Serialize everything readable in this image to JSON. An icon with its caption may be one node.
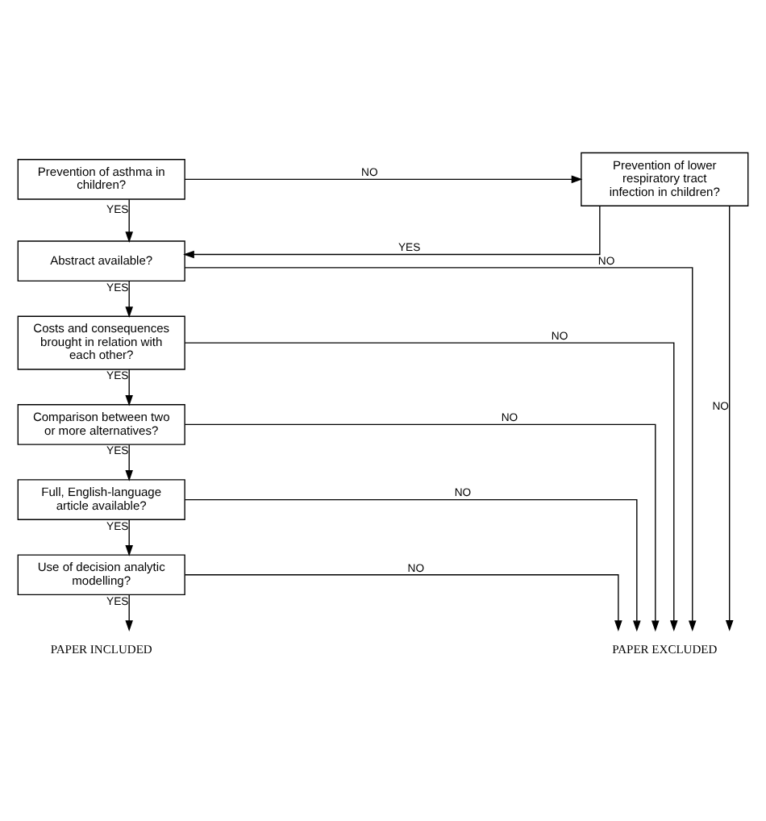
{
  "diagram": {
    "nodes": [
      {
        "text": [
          "Prevention of asthma in children?"
        ]
      },
      {
        "text": [
          "Prevention of lower respiratory tract infection in children?"
        ]
      },
      {
        "text": [
          "Abstract available?"
        ]
      },
      {
        "text": [
          "Costs and consequences brought in relation with each other?"
        ]
      },
      {
        "text": [
          "Comparison between two or more alternatives?"
        ]
      },
      {
        "text": [
          "Full, English-language article available?"
        ]
      },
      {
        "text": [
          "Use of decision analytic modelling?"
        ]
      },
      {
        "text": [
          "PAPER INCLUDED"
        ]
      },
      {
        "text": [
          "PAPER EXCLUDED"
        ]
      }
    ],
    "edges": [
      {
        "from": 0,
        "to": 1,
        "arrow": "to",
        "label": "NO"
      },
      {
        "from": 0,
        "to": 2,
        "arrow": "to",
        "label": "YES"
      },
      {
        "from": 1,
        "to": 2,
        "arrow": "to",
        "label": "YES"
      },
      {
        "from": 1,
        "to": 8,
        "arrow": "to",
        "label": "NO"
      },
      {
        "from": 2,
        "to": 8,
        "arrow": "to",
        "label": "NO"
      },
      {
        "from": 2,
        "to": 3,
        "arrow": "to",
        "label": "YES"
      },
      {
        "from": 3,
        "to": 8,
        "arrow": "to",
        "label": "NO"
      },
      {
        "from": 3,
        "to": 4,
        "arrow": "to",
        "label": "YES"
      },
      {
        "from": 4,
        "to": 8,
        "arrow": "to",
        "label": "NO"
      },
      {
        "from": 4,
        "to": 5,
        "arrow": "to",
        "label": "YES"
      },
      {
        "from": 5,
        "to": 8,
        "arrow": "to",
        "label": "NO"
      },
      {
        "from": 5,
        "to": 6,
        "arrow": "to",
        "label": "YES"
      },
      {
        "from": 6,
        "to": 8,
        "arrow": "to",
        "label": "NO"
      },
      {
        "from": 6,
        "to": 7,
        "arrow": "to",
        "label": "YES"
      }
    ]
  }
}
